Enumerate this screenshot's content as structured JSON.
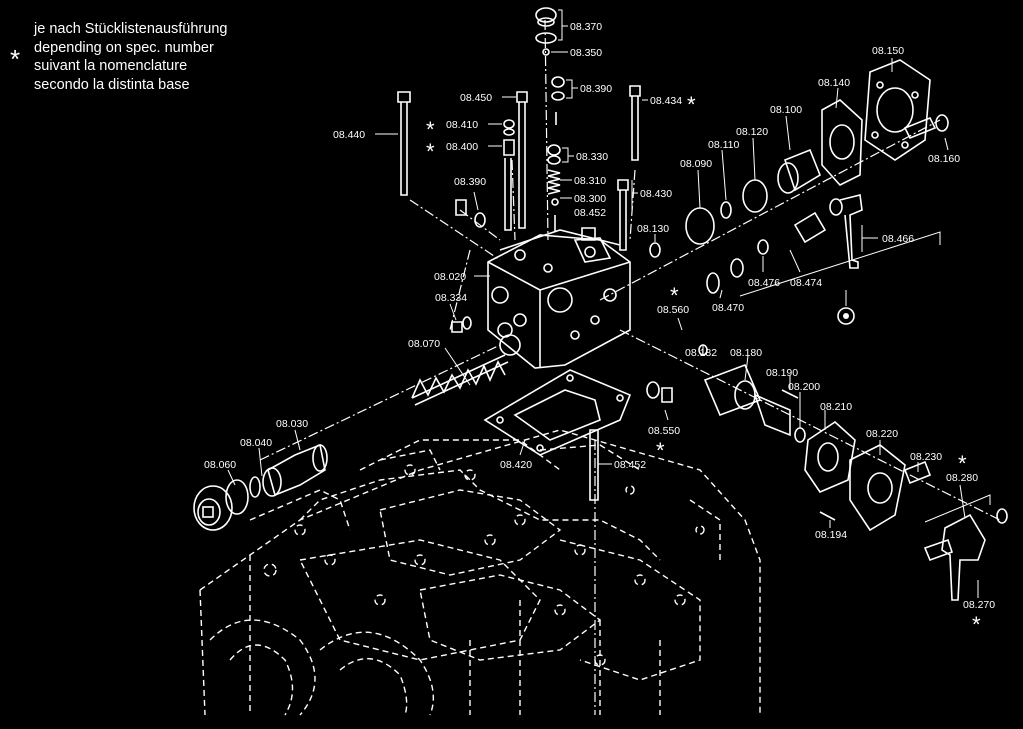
{
  "legend": {
    "symbol": "*",
    "lines": [
      "je nach Stücklistenausführung",
      "depending on spec. number",
      "suivant la nomenclature",
      "secondo la distinta base"
    ]
  },
  "labels": {
    "p08370": "08.370",
    "p08350": "08.350",
    "p08390a": "08.390",
    "p08450": "08.450",
    "p08434": "08.434",
    "p08440": "08.440",
    "p08410": "08.410",
    "p08400": "08.400",
    "p08330": "08.330",
    "p08310": "08.310",
    "p08300": "08.300",
    "p08452a": "08.452",
    "p08430": "08.430",
    "p08390b": "08.390",
    "p08020": "08.020",
    "p08334": "08.334",
    "p08070": "08.070",
    "p08030": "08.030",
    "p08040": "08.040",
    "p08060": "08.060",
    "p08150": "08.150",
    "p08140": "08.140",
    "p08100": "08.100",
    "p08120": "08.120",
    "p08110": "08.110",
    "p08090": "08.090",
    "p08160": "08.160",
    "p08130": "08.130",
    "p08466": "08.466",
    "p08476": "08.476",
    "p08474": "08.474",
    "p08470": "08.470",
    "p08560": "08.560",
    "p08182": "08.182",
    "p08180": "08.180",
    "p08190": "08.190",
    "p08200": "08.200",
    "p08210": "08.210",
    "p08220": "08.220",
    "p08230": "08.230",
    "p08280": "08.280",
    "p08550": "08.550",
    "p08420": "08.420",
    "p08452b": "08.452",
    "p08194": "08.194",
    "p08270": "08.270"
  }
}
